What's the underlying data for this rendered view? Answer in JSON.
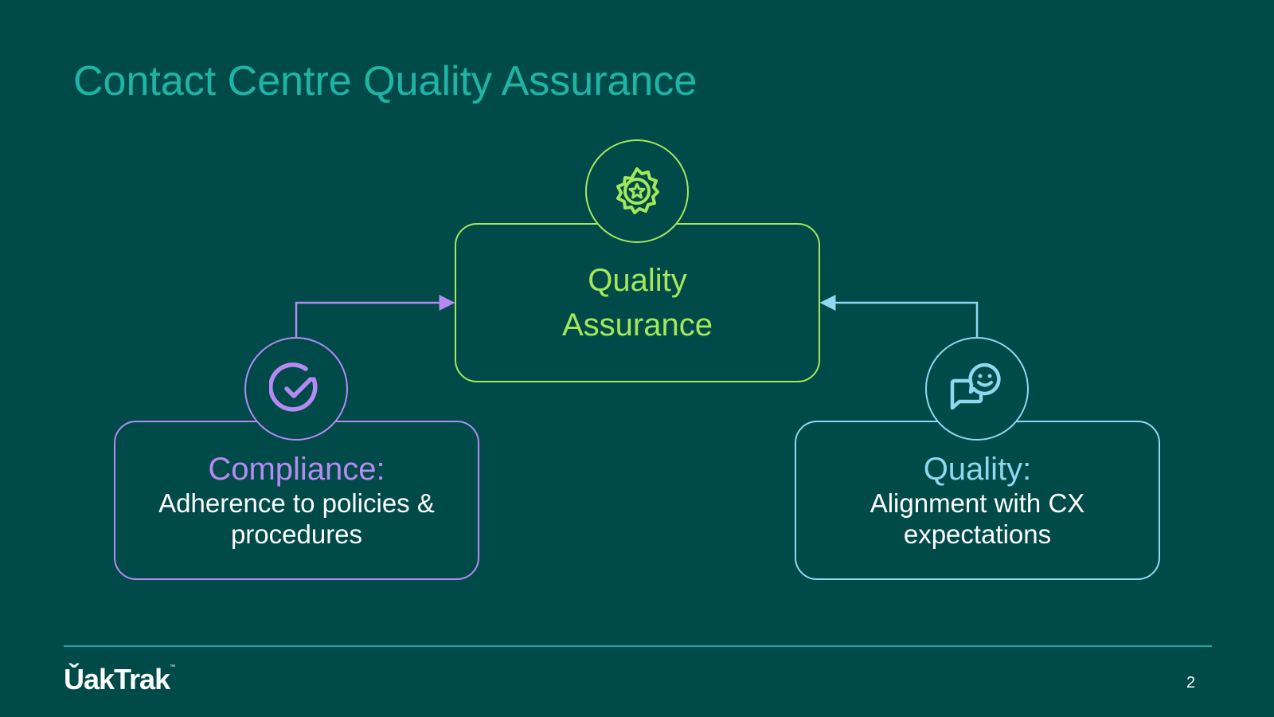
{
  "slide": {
    "title": "Contact Centre Quality Assurance",
    "page_number": "2"
  },
  "diagram": {
    "center": {
      "label": "Quality Assurance",
      "icon": "award-star-badge-icon",
      "color": "#A4E85A"
    },
    "left": {
      "heading": "Compliance:",
      "description": "Adherence to policies & procedures",
      "icon": "check-circle-icon",
      "color": "#B58AF2"
    },
    "right": {
      "heading": "Quality:",
      "description": "Alignment with CX expectations",
      "icon": "chat-smile-icon",
      "color": "#8FD8F0"
    }
  },
  "footer": {
    "logo_text": "ǓakTrak",
    "logo_tm": "™"
  },
  "colors": {
    "background": "#004B49",
    "title": "#1FB5A5",
    "divider": "#1FA5A0"
  }
}
